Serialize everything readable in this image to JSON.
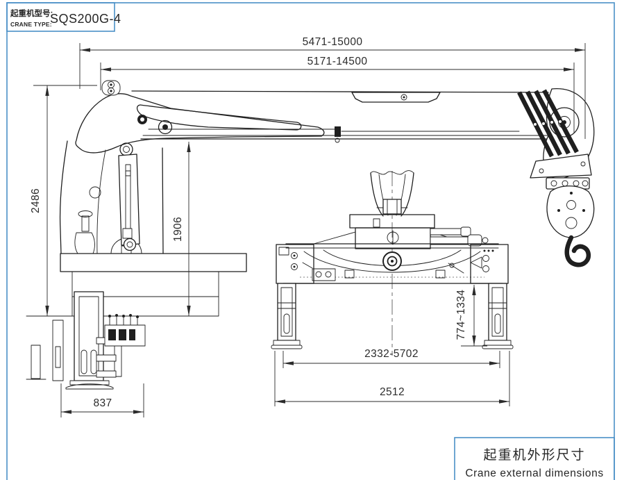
{
  "title_block": {
    "label_zh": "起重机型号:",
    "label_en": "CRANE TYPE:",
    "model": "SQS200G-4"
  },
  "caption_block": {
    "title_zh": "起重机外形尺寸",
    "title_en": "Crane external dimensions"
  },
  "dimensions": {
    "boom_length_max": "5471-15000",
    "boom_length_retracted": "5171-14500",
    "overall_height": "2486",
    "boom_underside_height": "1906",
    "outrigger_vertical_travel": "774~1334",
    "outrigger_extension_span": "2332-5702",
    "overall_width": "2512",
    "base_width": "837"
  },
  "colors": {
    "border_blue": "#4a90c7",
    "line_black": "#1f1f1f",
    "background": "#ffffff"
  }
}
